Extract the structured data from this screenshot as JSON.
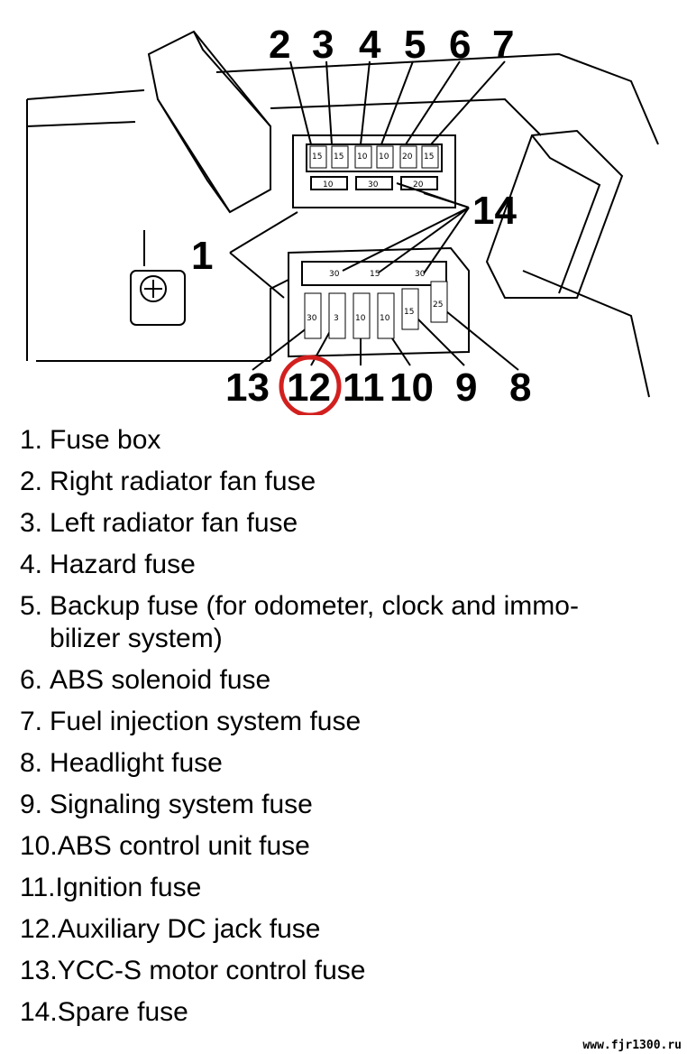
{
  "callouts": [
    "1",
    "2",
    "3",
    "4",
    "5",
    "6",
    "7",
    "8",
    "9",
    "10",
    "11",
    "12",
    "13",
    "14"
  ],
  "fuse_ratings": {
    "top_row": [
      "15",
      "15",
      "10",
      "10",
      "20",
      "15"
    ],
    "top_spares": [
      "10",
      "30",
      "20"
    ],
    "bottom_spares": [
      "30",
      "15",
      "30"
    ],
    "bottom_row": [
      "30",
      "3",
      "10",
      "10",
      "15",
      "25"
    ]
  },
  "highlight": {
    "callout": "12",
    "color": "#d2201f"
  },
  "legend": [
    {
      "num": "1.",
      "text": "Fuse box"
    },
    {
      "num": "2.",
      "text": "Right radiator fan fuse"
    },
    {
      "num": "3.",
      "text": "Left radiator fan fuse"
    },
    {
      "num": "4.",
      "text": "Hazard fuse"
    },
    {
      "num": "5.",
      "text": "Backup fuse (for odometer, clock and immo-",
      "text2": "bilizer system)"
    },
    {
      "num": "6.",
      "text": "ABS solenoid fuse"
    },
    {
      "num": "7.",
      "text": "Fuel injection system fuse"
    },
    {
      "num": "8.",
      "text": "Headlight fuse"
    },
    {
      "num": "9.",
      "text": "Signaling system fuse"
    },
    {
      "num": "10.",
      "text": "ABS control unit fuse"
    },
    {
      "num": "11.",
      "text": "Ignition fuse"
    },
    {
      "num": "12.",
      "text": "Auxiliary DC jack fuse"
    },
    {
      "num": "13.",
      "text": "YCC-S motor control fuse"
    },
    {
      "num": "14.",
      "text": "Spare fuse"
    }
  ],
  "watermark": "www.fjr1300.ru"
}
